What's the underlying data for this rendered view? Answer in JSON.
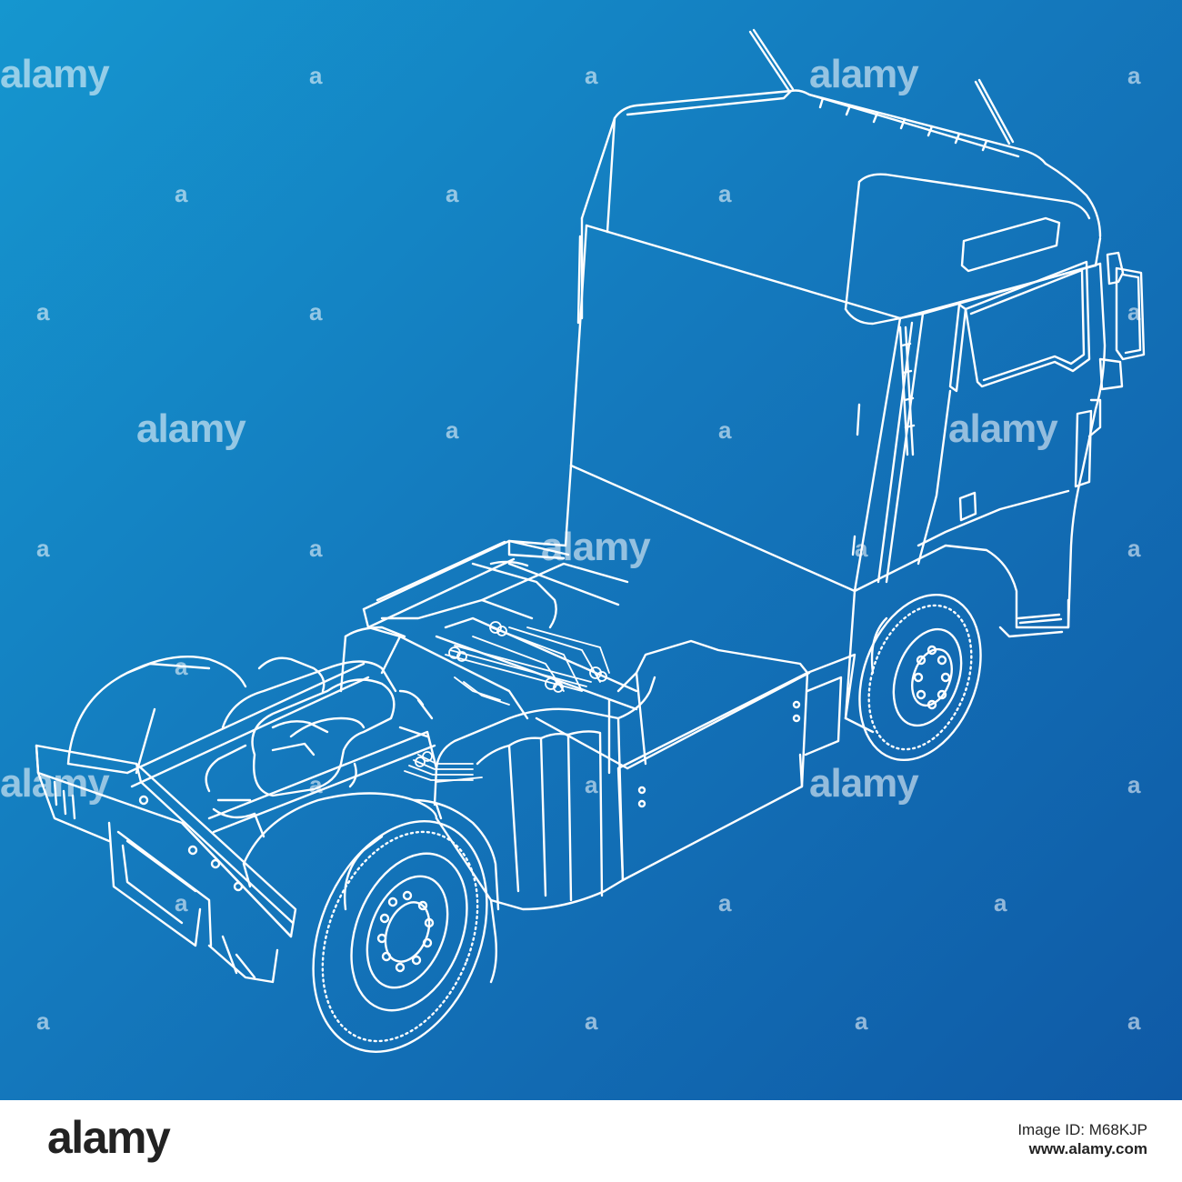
{
  "watermark": {
    "brand": "alamy",
    "mark": "a"
  },
  "footer": {
    "logo": "alamy",
    "image_id": "Image ID: M68KJP",
    "site": "www.alamy.com"
  },
  "colors": {
    "background_top_left": "#1596cf",
    "background_bottom_right": "#0f5aa6",
    "line": "#ffffff",
    "footer_background": "#ffffff",
    "footer_text": "#222222"
  },
  "subject": "truck-tractor-wireframe-drawing"
}
